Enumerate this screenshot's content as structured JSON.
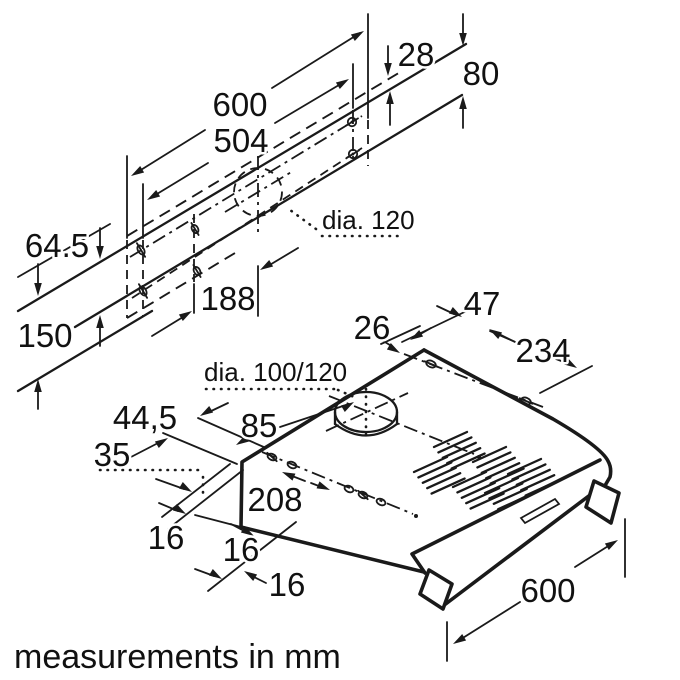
{
  "diagram": {
    "footer_note": "measurements in mm",
    "wall_template": {
      "width_total": "600",
      "screw_span": "504",
      "offset_top": "28",
      "height_80": "80",
      "offset_645": "64.5",
      "height_150": "150",
      "hole_spacing": "188",
      "duct_label": "dia. 120"
    },
    "hood": {
      "offset_26": "26",
      "offset_47": "47",
      "offset_234": "234",
      "duct_label": "dia. 100/120",
      "offset_445": "44,5",
      "offset_35": "35",
      "offset_85": "85",
      "screw_span": "208",
      "edge_16a": "16",
      "edge_16b": "16",
      "edge_16c": "16",
      "width_total": "600"
    }
  }
}
